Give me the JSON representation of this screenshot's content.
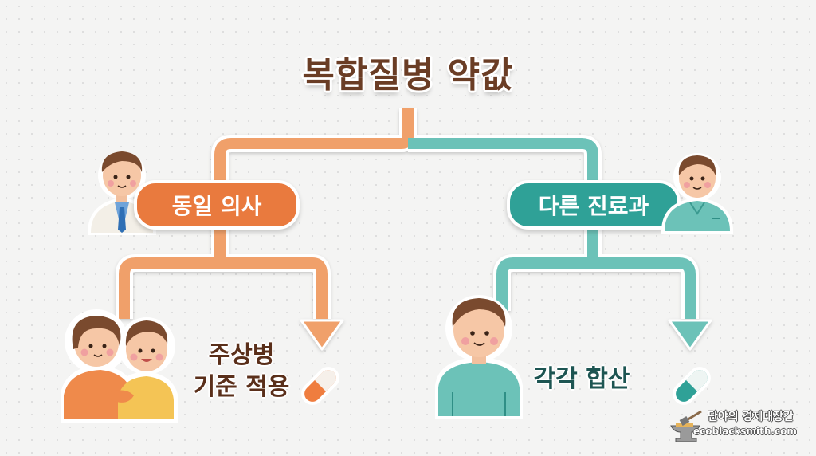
{
  "title": "복합질병 약값",
  "branches": {
    "left": {
      "label": "동일 의사",
      "result_line1": "주상병",
      "result_line2": "기준 적용",
      "color": "#e97a3e",
      "arrow_color": "#f0a06b",
      "doctor_icon": "doctor-white-coat-icon",
      "patient_icon": "two-patients-icon",
      "pill_icon": "orange-capsule-icon"
    },
    "right": {
      "label": "다른 진료과",
      "result": "각각 합산",
      "color": "#2fa197",
      "arrow_color": "#6cc2b8",
      "doctor_icon": "doctor-scrubs-icon",
      "patient_icon": "patient-icon",
      "pill_icon": "teal-capsule-icon"
    }
  },
  "watermark": {
    "name": "단야의 경제대장간",
    "url": "ecoblacksmith.com",
    "icon": "anvil-hammer-icon"
  }
}
